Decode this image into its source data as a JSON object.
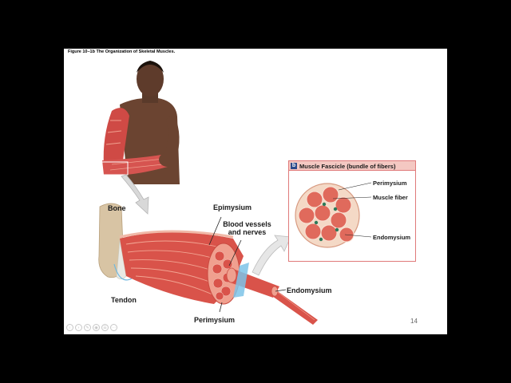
{
  "figure_title": "Figure 10–1b The Organization of Skeletal Muscles.",
  "labels": {
    "bone": "Bone",
    "tendon": "Tendon",
    "epimysium": "Epimysium",
    "blood_vessels_line1": "Blood vessels",
    "blood_vessels_line2": "and nerves",
    "perimysium": "Perimysium",
    "endomysium": "Endomysium"
  },
  "panel_b": {
    "letter": "b",
    "title": "Muscle Fascicle (bundle of fibers)",
    "labels": {
      "perimysium": "Perimysium",
      "muscle_fiber": "Muscle fiber",
      "endomysium": "Endomysium"
    }
  },
  "page_number": "14",
  "colors": {
    "muscle": "#d9534a",
    "muscle_light": "#f0a08f",
    "bone": "#d8c4a4",
    "panel_border": "#e07a7a",
    "panel_header": "#f4c8c2",
    "accent_blue": "#6fb8e0"
  },
  "nav_icons": [
    "back-icon",
    "forward-icon",
    "edit-icon",
    "eye-icon",
    "menu-icon",
    "more-icon"
  ]
}
